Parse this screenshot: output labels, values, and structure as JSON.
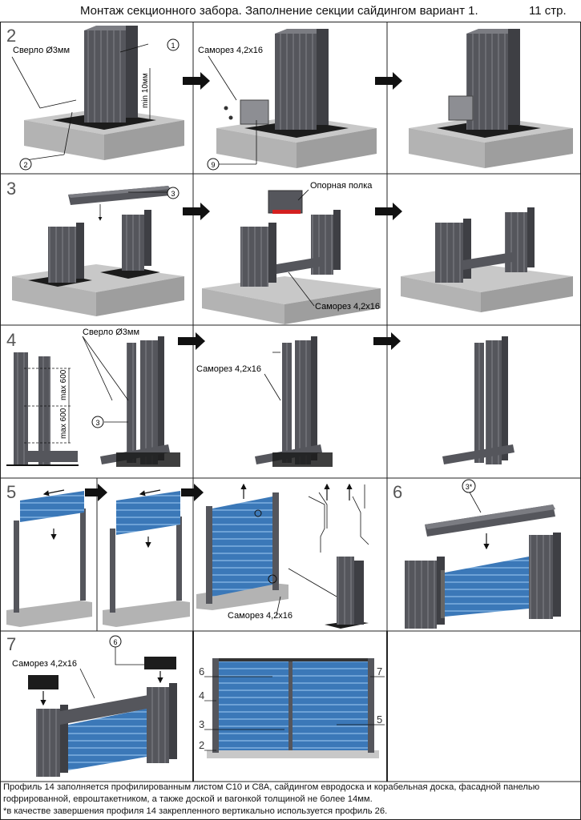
{
  "header": {
    "title": "Монтаж секционного забора. Заполнение секции сайдингом вариант 1.",
    "page": "11 стр."
  },
  "steps": {
    "s2": "2",
    "s3": "3",
    "s4": "4",
    "s5": "5",
    "s6": "6",
    "s7": "7"
  },
  "labels": {
    "drill": "Сверло Ø3мм",
    "drill2": "Сверло Ø3мм",
    "screw": "Саморез 4,2х16",
    "min10": "min 10мм",
    "support_shelf": "Опорная полка",
    "max600_top": "max 600",
    "max600_bottom": "max 600"
  },
  "callouts": {
    "c1": "1",
    "c2": "2",
    "c9": "9",
    "c3": "3",
    "c3b": "3",
    "c3star": "3*",
    "c6": "6",
    "d6": "6",
    "d4": "4",
    "d3": "3",
    "d2": "2",
    "d7": "7",
    "d5": "5"
  },
  "colors": {
    "post": "#55565c",
    "post_light": "#7b7c82",
    "concrete_top": "#c8c8c8",
    "concrete_front": "#a9a9a9",
    "plate": "#1c1c1c",
    "siding": "#3b78b8",
    "siding_light": "#6ea2d6"
  },
  "footer": {
    "line1": "Профиль 14 заполняется профилированным листом С10 и С8А, сайдингом евродоска и корабельная доска, фасадной панелью",
    "line2": "гофрированной, евроштакетником, а также доской и вагонкой толщиной не более 14мм.",
    "line3": "*в качестве завершения профиля 14 закрепленного вертикально используется профиль 26."
  }
}
